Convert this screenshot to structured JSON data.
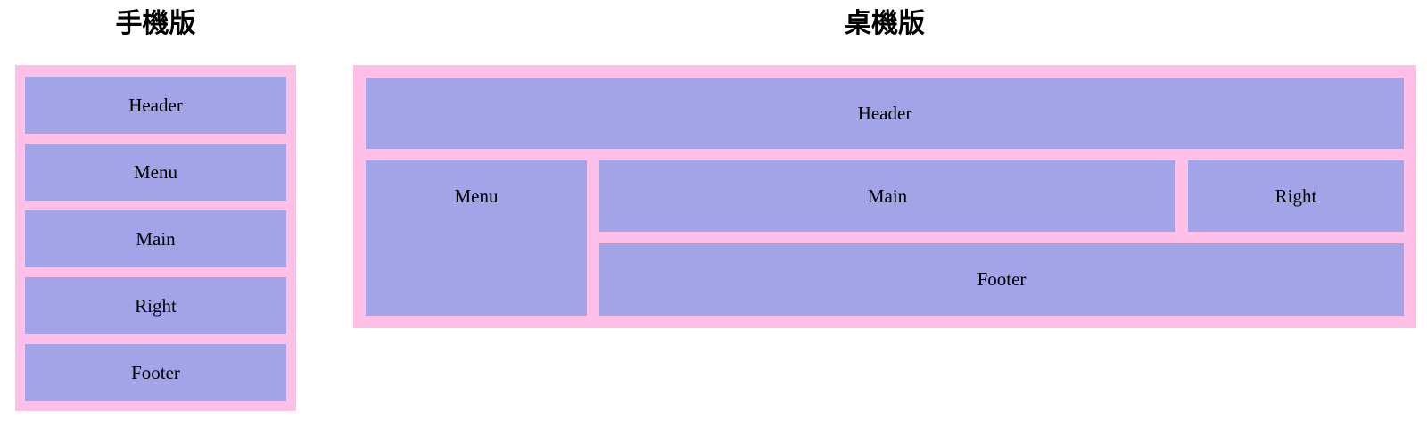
{
  "colors": {
    "canvas_bg": "#ffffff",
    "container_bg": "#ffc0e8",
    "box_bg": "#a3a3e8",
    "text": "#000000"
  },
  "mobile": {
    "title": "手機版",
    "boxes": [
      {
        "label": "Header"
      },
      {
        "label": "Menu"
      },
      {
        "label": "Main"
      },
      {
        "label": "Right"
      },
      {
        "label": "Footer"
      }
    ]
  },
  "desktop": {
    "title": "桌機版",
    "areas": {
      "header": {
        "label": "Header"
      },
      "menu": {
        "label": "Menu"
      },
      "main": {
        "label": "Main"
      },
      "right": {
        "label": "Right"
      },
      "footer": {
        "label": "Footer"
      }
    }
  }
}
